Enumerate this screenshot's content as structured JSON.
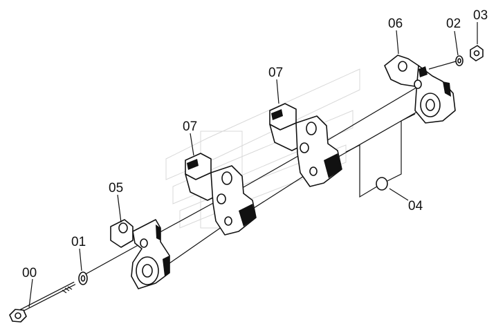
{
  "labels": {
    "l00": "00",
    "l01": "01",
    "l02": "02",
    "l03": "03",
    "l04": "04",
    "l05": "05",
    "l06": "06",
    "l07a": "07",
    "l07b": "07"
  }
}
